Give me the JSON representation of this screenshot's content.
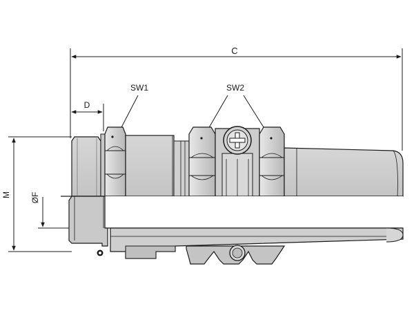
{
  "labels": {
    "overall_length": "C",
    "thread_length": "D",
    "wrench_size_1": "SW1",
    "wrench_size_2": "SW2",
    "thread_diameter": "M",
    "inner_diameter": "ØF"
  },
  "colors": {
    "body_fill": "#d2d2d2",
    "body_shade": "#b9b9b9",
    "body_light": "#e6e6e6",
    "bore_fill": "#ffffff",
    "line": "#1a1a1a",
    "cut_fill": "#9a9a9a"
  },
  "icons": {
    "clamp_screw": "phillips-screw-head-icon",
    "seal_ring": "o-ring-icon"
  }
}
